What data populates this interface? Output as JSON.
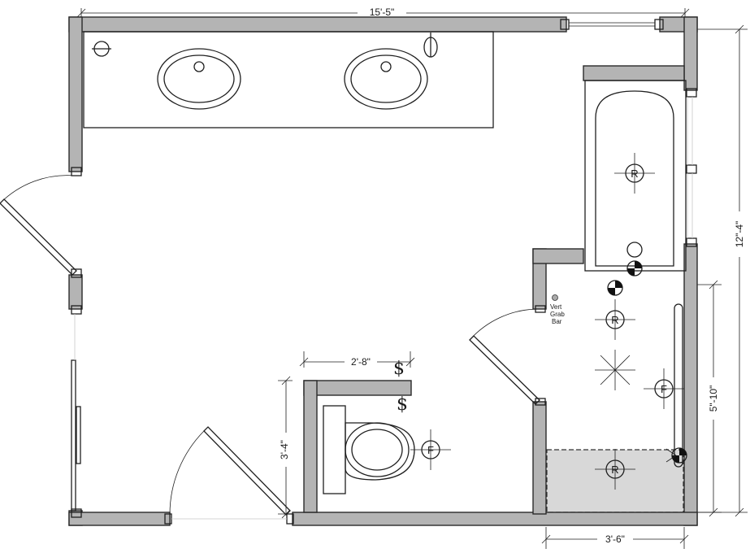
{
  "dimensions": {
    "overall_width": "15'-5\"",
    "overall_height": "12\"-4\"",
    "water_closet_width": "2'-8\"",
    "water_closet_depth": "3'-4\"",
    "shower_depth": "5\"-10\"",
    "shower_width": "3'-6\""
  },
  "fixture_symbols": {
    "recessed_light": "R",
    "exhaust_fan": "F",
    "switch": "$"
  },
  "annotations": {
    "grab_bar_line1": "Vert",
    "grab_bar_line2": "Grab",
    "grab_bar_line3": "Bar"
  }
}
